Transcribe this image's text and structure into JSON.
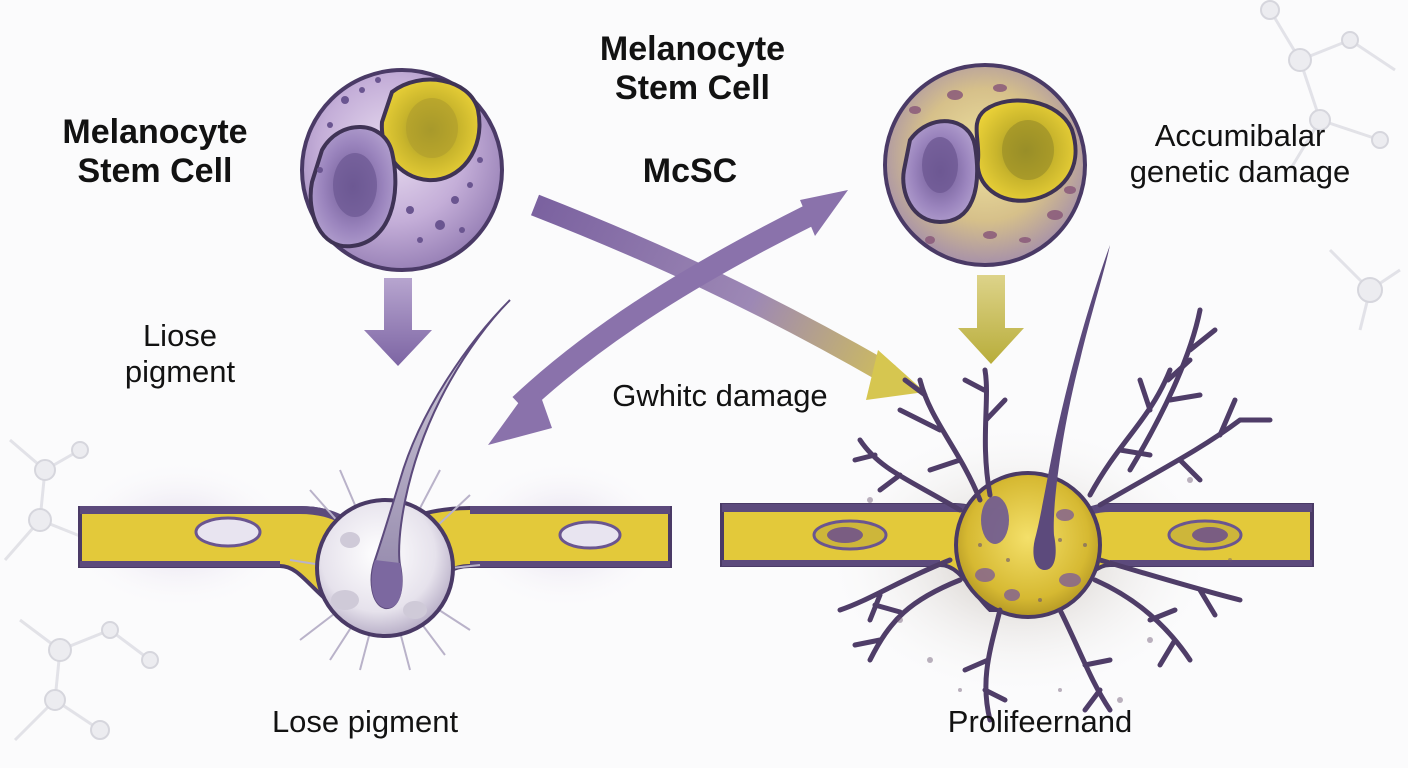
{
  "labels": {
    "left_cell_title": "Melanocyte\nStem Cell",
    "center_title": "Melanocyte\nStem Cell",
    "center_abbrev": "McSC",
    "right_annotation": "Accumibalar\ngenetic damage",
    "left_side_label": "Liose\npigment",
    "center_damage_label": "Gwhitc damage",
    "bottom_left_caption": "Lose pigment",
    "bottom_right_caption": "Prolifeernand"
  },
  "colors": {
    "purple_dark": "#4a3a66",
    "purple_mid": "#8a72ab",
    "purple_light": "#c8b7dc",
    "yellow": "#e4cc2e",
    "yellow_dark": "#b59b1e",
    "background": "#fbfbfc"
  }
}
